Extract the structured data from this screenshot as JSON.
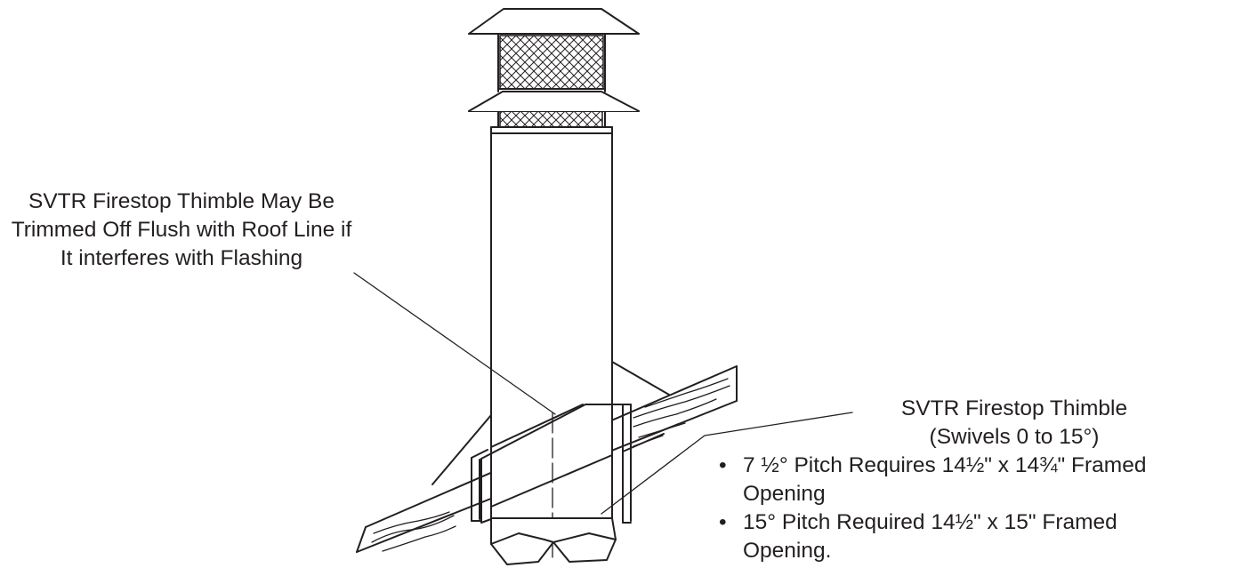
{
  "callouts": {
    "trim_note": {
      "line1": "SVTR Firestop Thimble May Be",
      "line2": "Trimmed Off Flush with Roof Line if",
      "line3": "It interferes with Flashing"
    },
    "thimble": {
      "line1": "SVTR Firestop Thimble",
      "line2": "(Swivels 0 to 15°)"
    }
  },
  "requirements": [
    {
      "bullet": "•",
      "line1": "7 ½° Pitch Requires 14½\" x 14¾\" Framed",
      "line2": "Opening"
    },
    {
      "bullet": "•",
      "line1": "15° Pitch Required 14½\" x 15\" Framed",
      "line2": "Opening."
    }
  ]
}
